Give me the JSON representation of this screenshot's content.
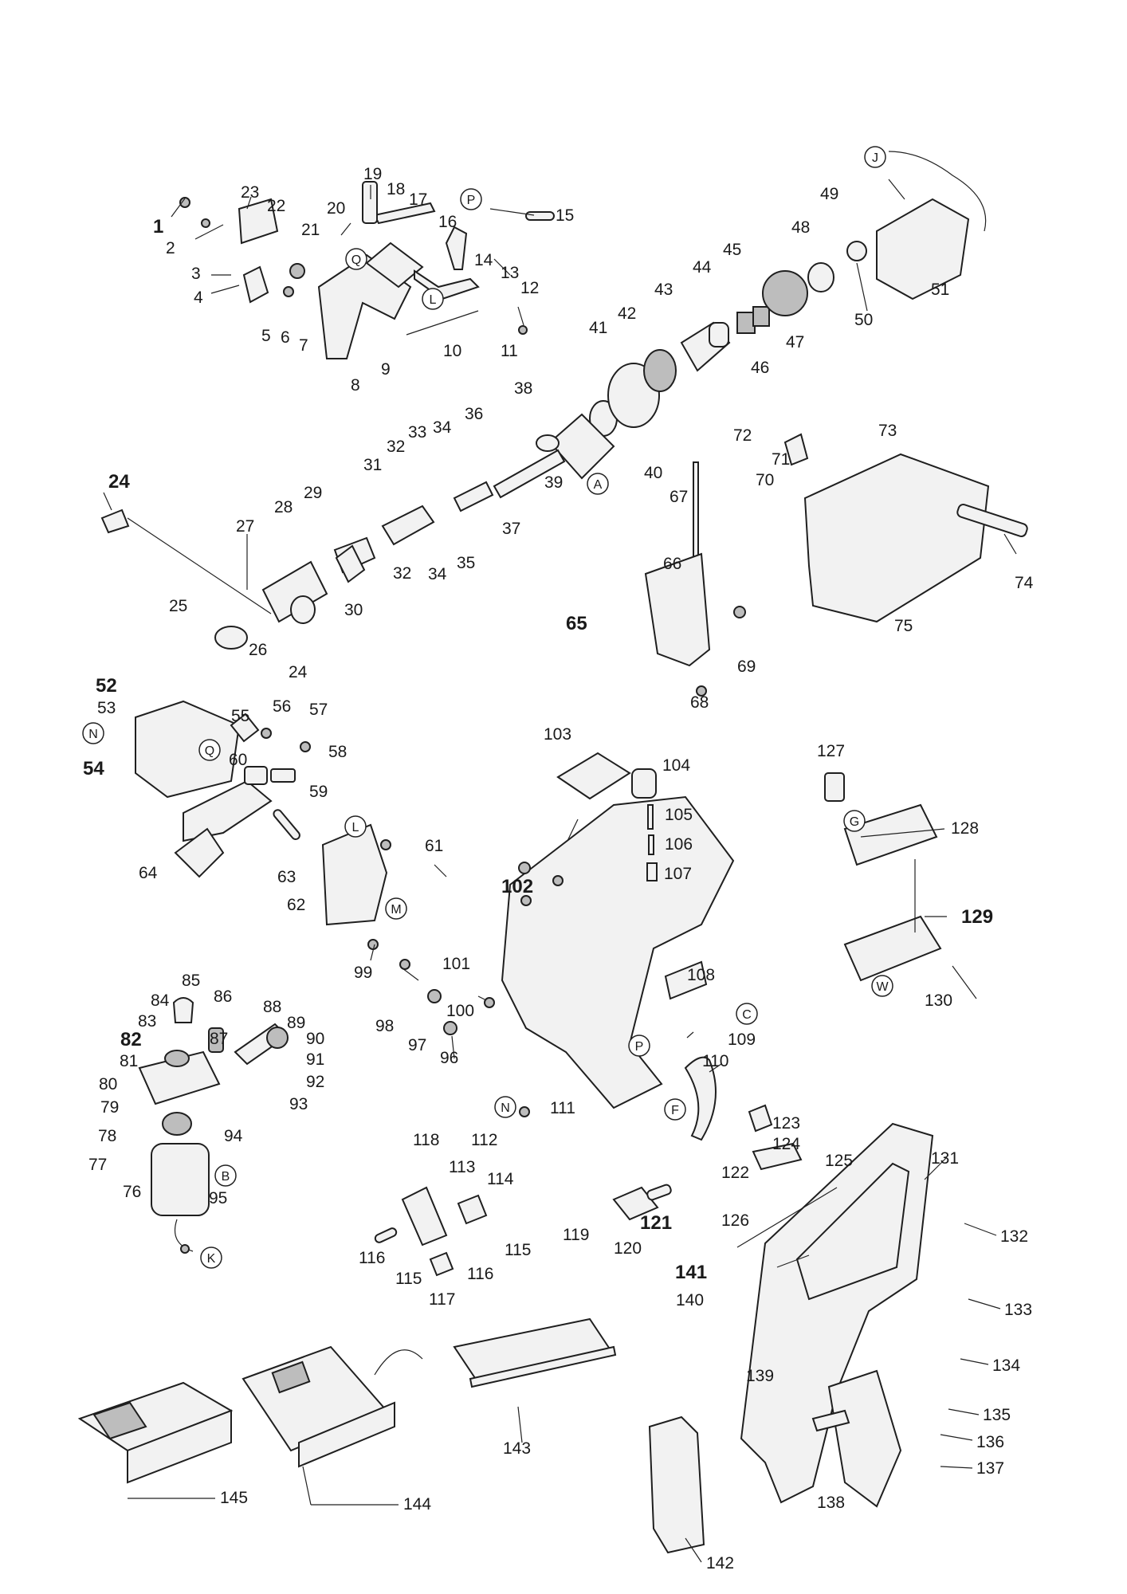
{
  "diagram": {
    "part_numbers": [
      "1",
      "2",
      "3",
      "4",
      "5",
      "6",
      "7",
      "8",
      "9",
      "10",
      "11",
      "12",
      "13",
      "14",
      "15",
      "16",
      "17",
      "18",
      "19",
      "20",
      "21",
      "22",
      "23",
      "24",
      "25",
      "26",
      "27",
      "28",
      "29",
      "30",
      "31",
      "32",
      "33",
      "34",
      "35",
      "36",
      "37",
      "38",
      "39",
      "40",
      "41",
      "42",
      "43",
      "44",
      "45",
      "46",
      "47",
      "48",
      "49",
      "50",
      "51",
      "52",
      "53",
      "54",
      "55",
      "56",
      "57",
      "58",
      "59",
      "60",
      "61",
      "62",
      "63",
      "64",
      "65",
      "66",
      "67",
      "68",
      "69",
      "70",
      "71",
      "72",
      "73",
      "74",
      "75",
      "76",
      "77",
      "78",
      "79",
      "80",
      "81",
      "82",
      "83",
      "84",
      "85",
      "86",
      "87",
      "88",
      "89",
      "90",
      "91",
      "92",
      "93",
      "94",
      "95",
      "96",
      "97",
      "98",
      "99",
      "100",
      "101",
      "102",
      "103",
      "104",
      "105",
      "106",
      "107",
      "108",
      "109",
      "110",
      "111",
      "112",
      "113",
      "114",
      "115",
      "116",
      "117",
      "118",
      "119",
      "120",
      "121",
      "122",
      "123",
      "124",
      "125",
      "126",
      "127",
      "128",
      "129",
      "130",
      "131",
      "132",
      "133",
      "134",
      "135",
      "136",
      "137",
      "138",
      "139",
      "140",
      "141",
      "142",
      "143",
      "144",
      "145"
    ],
    "bold_part_numbers": [
      "1",
      "24",
      "52",
      "65",
      "82",
      "102",
      "121",
      "129",
      "141"
    ],
    "connector_markers": [
      "P",
      "Q",
      "L",
      "A",
      "J",
      "N",
      "M",
      "G",
      "W",
      "C",
      "F",
      "B",
      "K"
    ]
  }
}
